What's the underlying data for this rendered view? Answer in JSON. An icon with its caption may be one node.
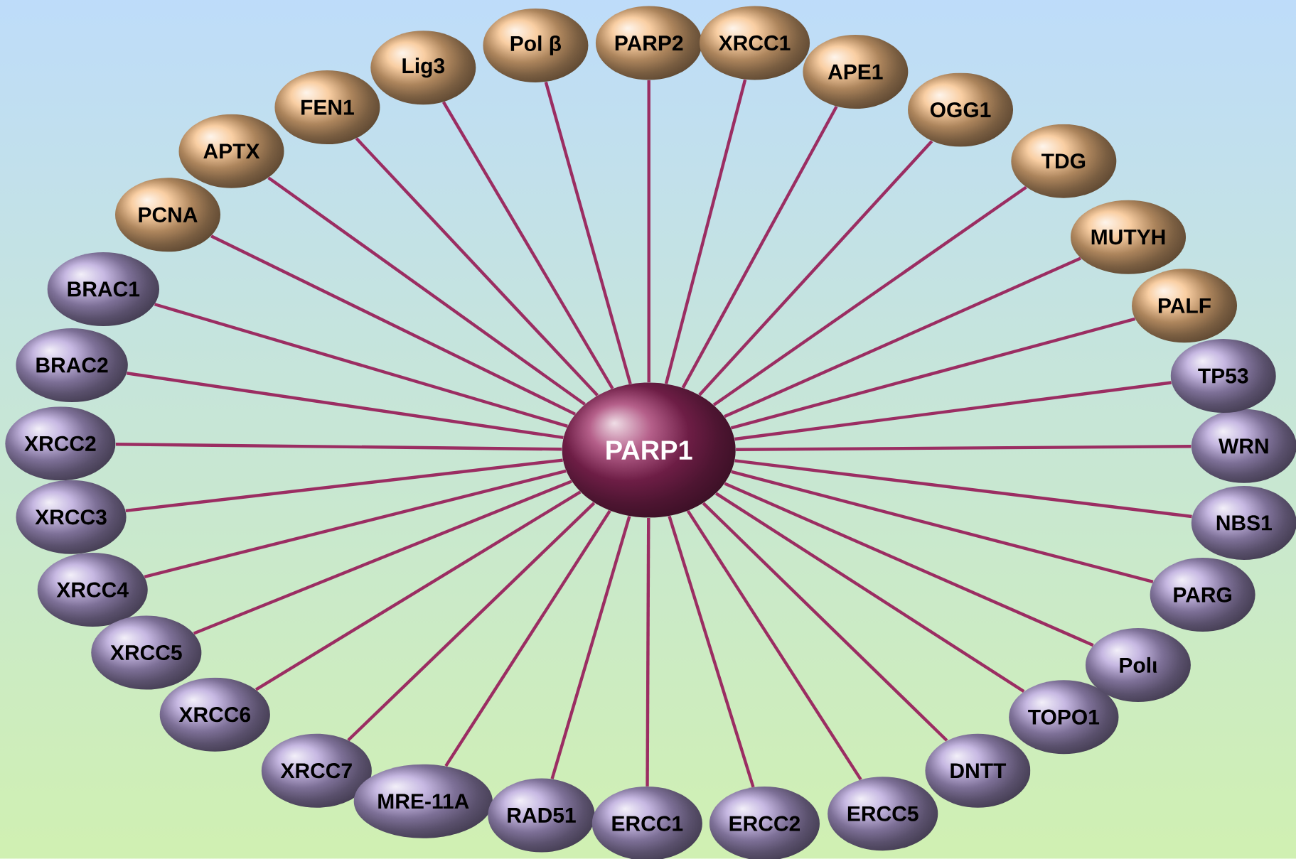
{
  "diagram": {
    "nodes": [
      {
        "text": [
          "PARP1"
        ]
      },
      {
        "text": [
          "PCNA"
        ]
      },
      {
        "text": [
          "APTX"
        ]
      },
      {
        "text": [
          "FEN1"
        ]
      },
      {
        "text": [
          "Lig3"
        ]
      },
      {
        "text": [
          "Pol β"
        ]
      },
      {
        "text": [
          "PARP2"
        ]
      },
      {
        "text": [
          "XRCC1"
        ]
      },
      {
        "text": [
          "APE1"
        ]
      },
      {
        "text": [
          "OGG1"
        ]
      },
      {
        "text": [
          "TDG"
        ]
      },
      {
        "text": [
          "MUTYH"
        ]
      },
      {
        "text": [
          "PALF"
        ]
      },
      {
        "text": [
          "BRAC1"
        ]
      },
      {
        "text": [
          "BRAC2"
        ]
      },
      {
        "text": [
          "XRCC2"
        ]
      },
      {
        "text": [
          "XRCC3"
        ]
      },
      {
        "text": [
          "XRCC4"
        ]
      },
      {
        "text": [
          "XRCC5"
        ]
      },
      {
        "text": [
          "XRCC6"
        ]
      },
      {
        "text": [
          "XRCC7"
        ]
      },
      {
        "text": [
          "MRE-11A"
        ]
      },
      {
        "text": [
          "RAD51"
        ]
      },
      {
        "text": [
          "ERCC1"
        ]
      },
      {
        "text": [
          "ERCC2"
        ]
      },
      {
        "text": [
          "ERCC5"
        ]
      },
      {
        "text": [
          "DNTT"
        ]
      },
      {
        "text": [
          "TOPO1"
        ]
      },
      {
        "text": [
          "Polι"
        ]
      },
      {
        "text": [
          "PARG"
        ]
      },
      {
        "text": [
          "NBS1"
        ]
      },
      {
        "text": [
          "WRN"
        ]
      },
      {
        "text": [
          "TP53"
        ]
      }
    ],
    "edges": [
      {
        "from": 0,
        "to": 1,
        "arrow": "none"
      },
      {
        "from": 0,
        "to": 2,
        "arrow": "none"
      },
      {
        "from": 0,
        "to": 3,
        "arrow": "none"
      },
      {
        "from": 0,
        "to": 4,
        "arrow": "none"
      },
      {
        "from": 0,
        "to": 5,
        "arrow": "none"
      },
      {
        "from": 0,
        "to": 6,
        "arrow": "none"
      },
      {
        "from": 0,
        "to": 7,
        "arrow": "none"
      },
      {
        "from": 0,
        "to": 8,
        "arrow": "none"
      },
      {
        "from": 0,
        "to": 9,
        "arrow": "none"
      },
      {
        "from": 0,
        "to": 10,
        "arrow": "none"
      },
      {
        "from": 0,
        "to": 11,
        "arrow": "none"
      },
      {
        "from": 0,
        "to": 12,
        "arrow": "none"
      },
      {
        "from": 0,
        "to": 13,
        "arrow": "none"
      },
      {
        "from": 0,
        "to": 14,
        "arrow": "none"
      },
      {
        "from": 0,
        "to": 15,
        "arrow": "none"
      },
      {
        "from": 0,
        "to": 16,
        "arrow": "none"
      },
      {
        "from": 0,
        "to": 17,
        "arrow": "none"
      },
      {
        "from": 0,
        "to": 18,
        "arrow": "none"
      },
      {
        "from": 0,
        "to": 19,
        "arrow": "none"
      },
      {
        "from": 0,
        "to": 20,
        "arrow": "none"
      },
      {
        "from": 0,
        "to": 21,
        "arrow": "none"
      },
      {
        "from": 0,
        "to": 22,
        "arrow": "none"
      },
      {
        "from": 0,
        "to": 23,
        "arrow": "none"
      },
      {
        "from": 0,
        "to": 24,
        "arrow": "none"
      },
      {
        "from": 0,
        "to": 25,
        "arrow": "none"
      },
      {
        "from": 0,
        "to": 26,
        "arrow": "none"
      },
      {
        "from": 0,
        "to": 27,
        "arrow": "none"
      },
      {
        "from": 0,
        "to": 28,
        "arrow": "none"
      },
      {
        "from": 0,
        "to": 29,
        "arrow": "none"
      },
      {
        "from": 0,
        "to": 30,
        "arrow": "none"
      },
      {
        "from": 0,
        "to": 31,
        "arrow": "none"
      },
      {
        "from": 0,
        "to": 32,
        "arrow": "none"
      }
    ]
  }
}
